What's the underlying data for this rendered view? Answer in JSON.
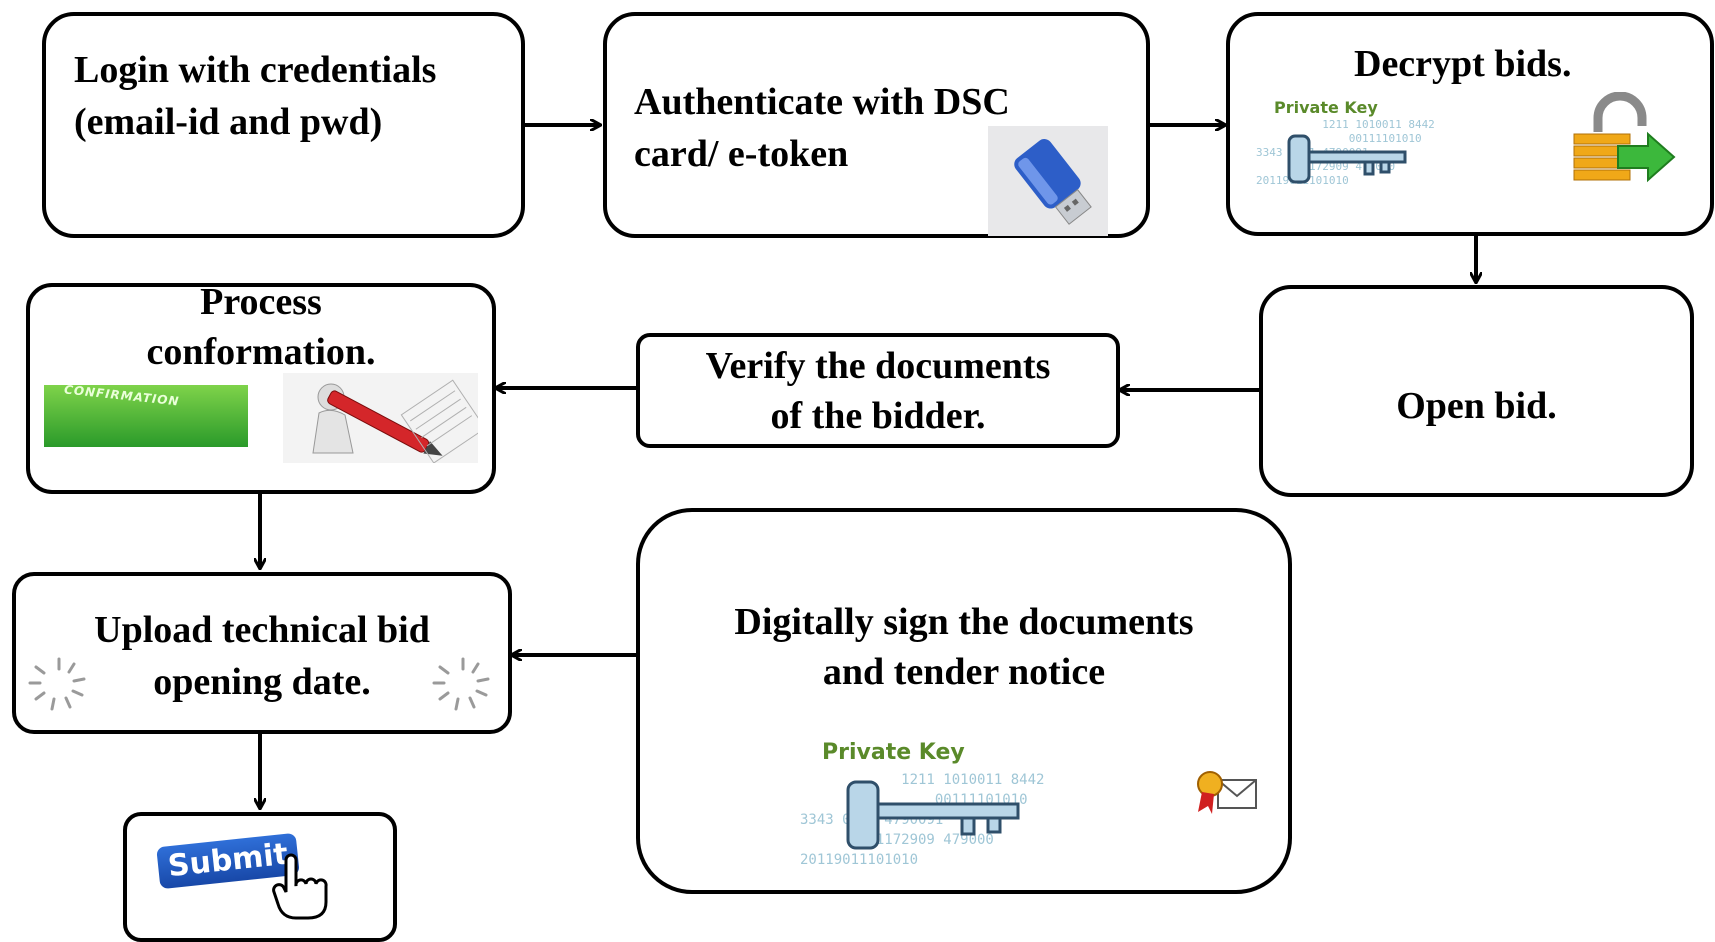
{
  "steps": {
    "login": {
      "line1": "Login with credentials",
      "line2": "(email-id and pwd)"
    },
    "authenticate": {
      "line1": "Authenticate with DSC",
      "line2": "card/ e-token"
    },
    "decrypt": {
      "label": "Decrypt bids.",
      "key_label": "Private Key"
    },
    "open": {
      "label": "Open bid."
    },
    "verify": {
      "line1": "Verify the documents",
      "line2": "of the bidder."
    },
    "process": {
      "line1": "Process",
      "line2": "conformation.",
      "banner": "CONFIRMATION"
    },
    "upload": {
      "line1": "Upload technical bid",
      "line2": "opening date."
    },
    "sign": {
      "line1": "Digitally sign the documents",
      "line2": "and tender notice",
      "key_label": "Private Key"
    },
    "submit": {
      "button": "Submit"
    }
  },
  "icons": [
    "usb-token-icon",
    "key-icon",
    "unlock-icon",
    "confirmation-banner-icon",
    "pen-figure-icon",
    "spinner-icon",
    "certificate-mail-icon",
    "hand-cursor-icon"
  ],
  "colors": {
    "border": "#000000",
    "key_green": "#5a8a2a",
    "submit_blue": "#1f56c0",
    "confirm_green": "#3aaa2e"
  }
}
